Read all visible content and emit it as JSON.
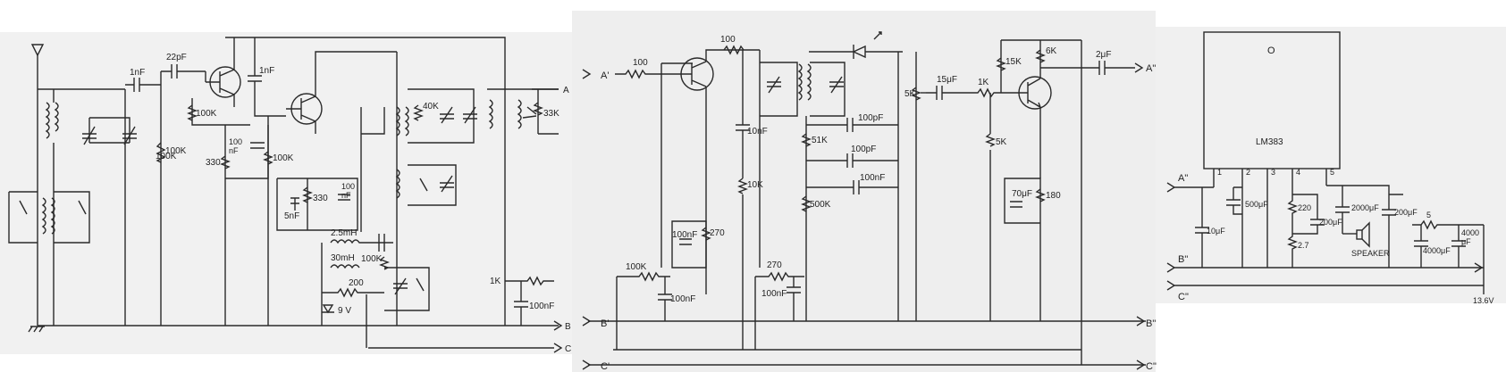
{
  "panel1": {
    "labels": {
      "c_1nF_a": "1nF",
      "c_22pF": "22pF",
      "c_1nF_b": "1nF",
      "r_100K_a": "100K",
      "r_100K_b": "100K",
      "c_100nF_a": "100\nnF",
      "r_330_a": "330",
      "r_100K_c": "100K",
      "r_40K": "40K",
      "r_33K": "33K",
      "c_5nF": "5nF",
      "r_330_b": "330",
      "c_100nF_b": "100\nnF",
      "l_2_5mH": "2.5mH",
      "l_30mH": "30mH",
      "r_100K_d": "100K",
      "r_200": "200",
      "z_9V": "9 V",
      "r_1K": "1K",
      "c_100nF_c": "100nF",
      "node_A": "A",
      "node_B": "B",
      "node_C": "C"
    }
  },
  "panel2": {
    "labels": {
      "in_A": "A'",
      "in_B": "B'",
      "in_C": "C'",
      "r_100_a": "100",
      "r_100_b": "100",
      "c_10nF": "10nF",
      "r_10K": "10K",
      "c_100nF_a": "100nF",
      "r_270_a": "270",
      "r_100K": "100K",
      "c_100nF_b": "100nF",
      "r_270_b": "270",
      "c_100nF_c": "100nF",
      "c_100pF_a": "100pF",
      "r_51K": "51K",
      "c_100pF_b": "100pF",
      "c_100nF_d": "100nF",
      "r_500K": "500K",
      "r_5K_a": "5K",
      "c_15uF": "15μF",
      "r_1K": "1K",
      "r_15K": "15K",
      "r_6K": "6K",
      "c_2uF": "2μF",
      "r_5K_b": "5K",
      "c_70uF": "70μF",
      "r_180": "180",
      "out_A": "A\"",
      "out_B": "B\"",
      "out_C": "C\""
    }
  },
  "panel3": {
    "labels": {
      "ic_name": "LM383",
      "ic_mark": "O",
      "pin_1": "1",
      "pin_2": "2",
      "pin_3": "3",
      "pin_4": "4",
      "pin_5": "5",
      "in_A": "A\"",
      "in_B": "B\"",
      "in_C": "C\"",
      "c_10uF": "10μF",
      "c_500uF": "500μF",
      "r_220": "220",
      "r_2_7": "2.7",
      "c_200uF_a": "200μF",
      "c_2000uF": "2000μF",
      "c_200uF_b": "200μF",
      "r_5": "5",
      "c_4000uF_a": "4000μF",
      "c_4000uF_b": "4000\nμF",
      "speaker": "SPEAKER",
      "supply": "13.6V"
    }
  }
}
